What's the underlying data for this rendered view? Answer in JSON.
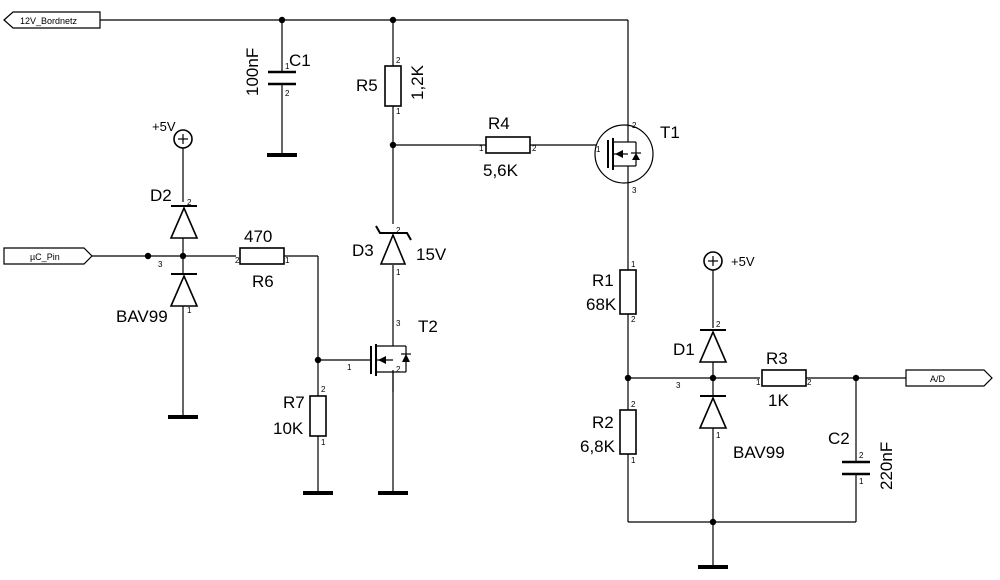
{
  "ports": {
    "bordnetz": "12V_Bordnetz",
    "uc_pin": "µC_Pin",
    "ad": "A/D"
  },
  "supplies": {
    "vcc_left": "+5V",
    "vcc_right": "+5V"
  },
  "components": {
    "c1": {
      "ref": "C1",
      "value": "100nF"
    },
    "c2": {
      "ref": "C2",
      "value": "220nF"
    },
    "r1": {
      "ref": "R1",
      "value": "68K"
    },
    "r2": {
      "ref": "R2",
      "value": "6,8K"
    },
    "r3": {
      "ref": "R3",
      "value": "1K"
    },
    "r4": {
      "ref": "R4",
      "value": "5,6K"
    },
    "r5": {
      "ref": "R5",
      "value": "1,2K"
    },
    "r6": {
      "ref": "R6",
      "value": "470"
    },
    "r7": {
      "ref": "R7",
      "value": "10K"
    },
    "d1": {
      "ref": "D1",
      "value": "BAV99"
    },
    "d2": {
      "ref": "D2",
      "value": "BAV99"
    },
    "d3": {
      "ref": "D3",
      "value": "15V"
    },
    "t1": {
      "ref": "T1"
    },
    "t2": {
      "ref": "T2"
    }
  },
  "pins": {
    "p1": "1",
    "p2": "2",
    "p3": "3"
  }
}
